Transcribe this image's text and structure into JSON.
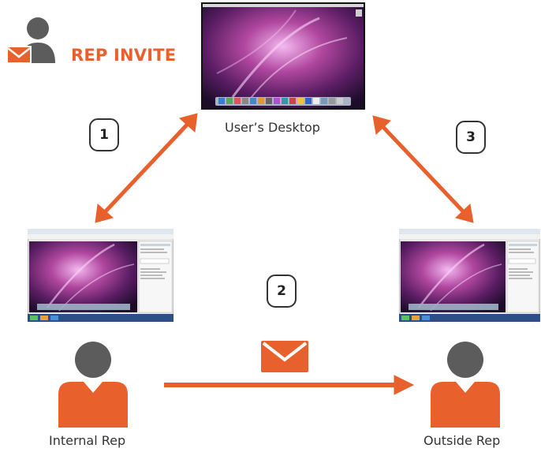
{
  "header": {
    "title": "REP INVITE",
    "icon": "user-envelope-icon"
  },
  "nodes": {
    "desktop_label": "User’s Desktop",
    "internal_label": "Internal Rep",
    "outside_label": "Outside Rep"
  },
  "steps": [
    "1",
    "2",
    "3"
  ],
  "colors": {
    "accent": "#e8602c",
    "person_head": "#5c5c5c",
    "text": "#333333"
  }
}
